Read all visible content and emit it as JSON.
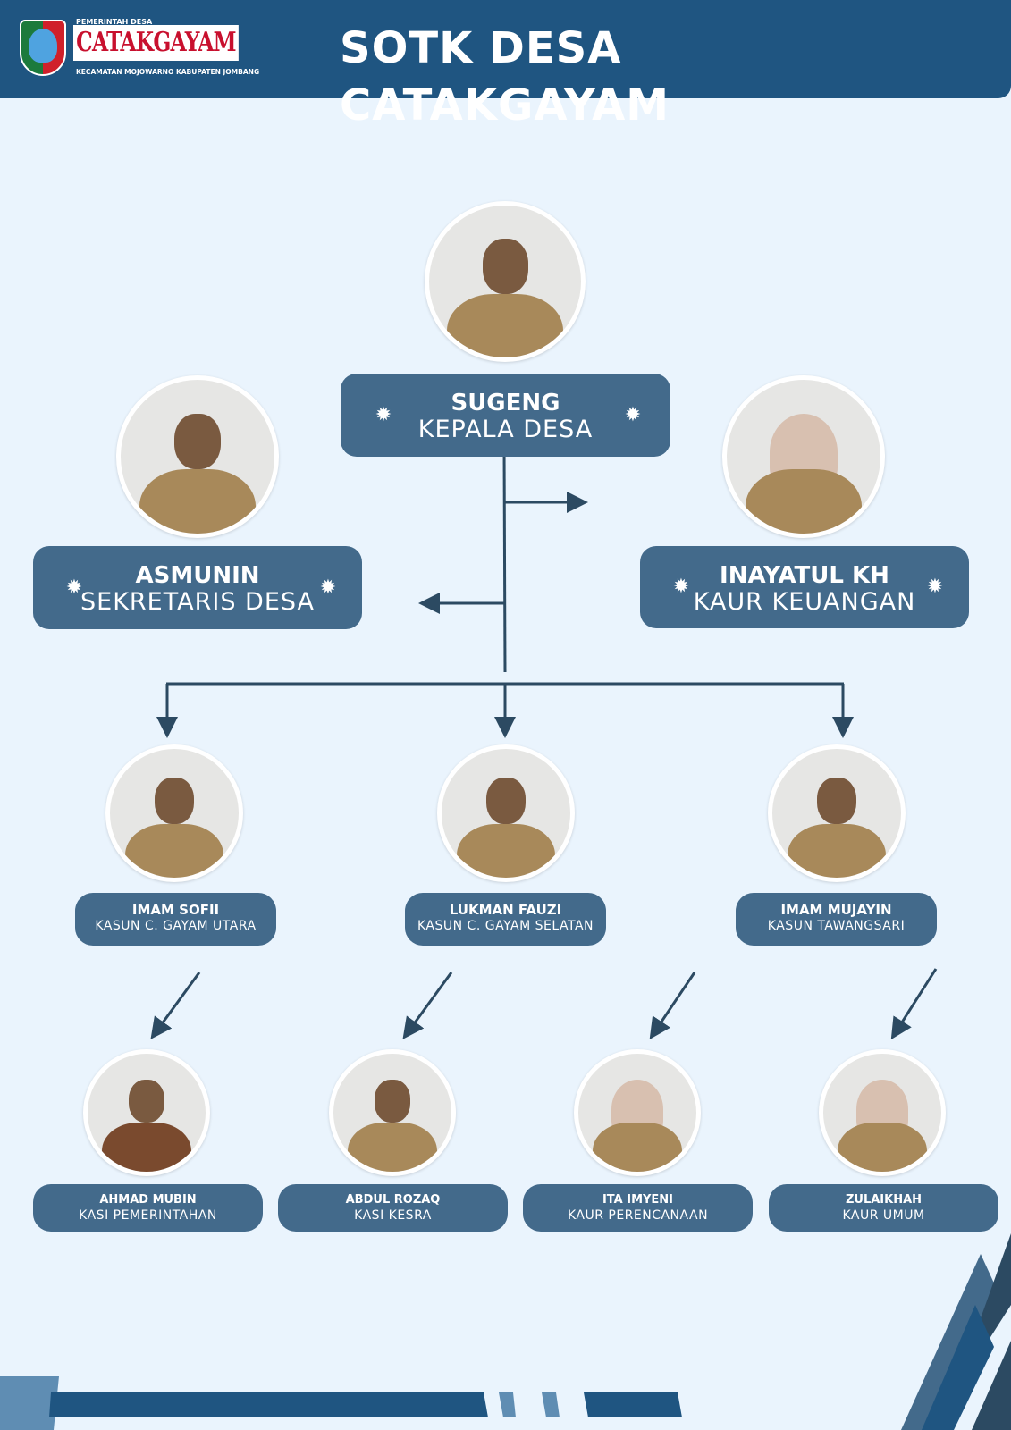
{
  "header": {
    "logo_top": "PEMERINTAH DESA",
    "logo_name": "CATAKGAYAM",
    "logo_bottom": "KECAMATAN MOJOWARNO KABUPATEN JOMBANG",
    "title": "SOTK DESA CATAKGAYAM"
  },
  "colors": {
    "header": "#1f5581",
    "box": "#436a8b",
    "background": "#eaf4fd",
    "line": "#2c4a62"
  },
  "head": {
    "name": "SUGENG",
    "role": "KEPALA DESA"
  },
  "secretary": {
    "name": "ASMUNIN",
    "role": "SEKRETARIS DESA"
  },
  "finance": {
    "name": "INAYATUL KH",
    "role": "KAUR KEUANGAN"
  },
  "hamlets": [
    {
      "name": "IMAM SOFII",
      "role": "KASUN C. GAYAM UTARA"
    },
    {
      "name": "LUKMAN FAUZI",
      "role": "KASUN C. GAYAM SELATAN"
    },
    {
      "name": "IMAM MUJAYIN",
      "role": "KASUN TAWANGSARI"
    }
  ],
  "staff": [
    {
      "name": "AHMAD MUBIN",
      "role": "KASI PEMERINTAHAN"
    },
    {
      "name": "ABDUL ROZAQ",
      "role": "KASI KESRA"
    },
    {
      "name": "ITA IMYENI",
      "role": "KAUR PERENCANAAN"
    },
    {
      "name": "ZULAIKHAH",
      "role": "KAUR UMUM"
    }
  ]
}
